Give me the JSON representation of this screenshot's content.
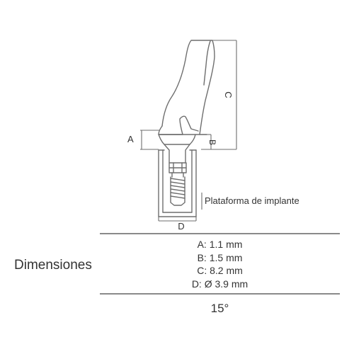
{
  "diagram": {
    "label_a": "A",
    "label_b": "B",
    "label_c": "C",
    "label_d": "D",
    "platform_label": "Plataforma de implante"
  },
  "dimensions": {
    "title": "Dimensiones",
    "rows": [
      "A: 1.1 mm",
      "B: 1.5 mm",
      "C: 8.2 mm",
      "D: Ø 3.9 mm"
    ]
  },
  "angle": "15°",
  "colors": {
    "line": "#6e6e6e",
    "text": "#333333",
    "rule": "#8a8a8a"
  }
}
